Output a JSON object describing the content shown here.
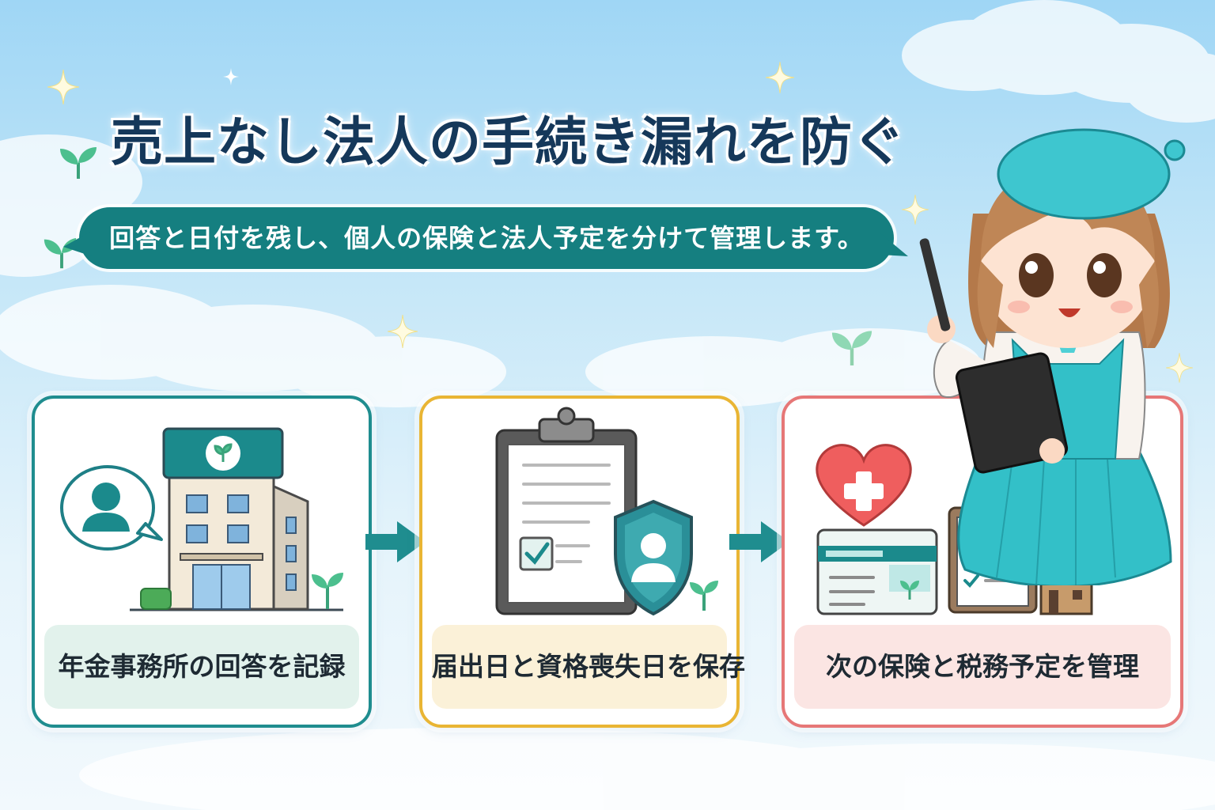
{
  "title": "売上なし法人の手続き漏れを防ぐ",
  "subtitle": "回答と日付を残し、個人の保険と法人予定を分けて管理します。",
  "steps": [
    {
      "label": "年金事務所の回答を記録",
      "icon": "office-building-with-person"
    },
    {
      "label": "届出日と資格喪失日を保存",
      "icon": "clipboard-with-shield"
    },
    {
      "label": "次の保険と税務予定を管理",
      "icon": "health-card-and-checklist"
    }
  ],
  "colors": {
    "title": "#15385a",
    "subtitle_bg": "#157f80",
    "step1_border": "#1f8d8f",
    "step2_border": "#e9b534",
    "step3_border": "#e67777",
    "arrow": "#1f8d8f"
  }
}
